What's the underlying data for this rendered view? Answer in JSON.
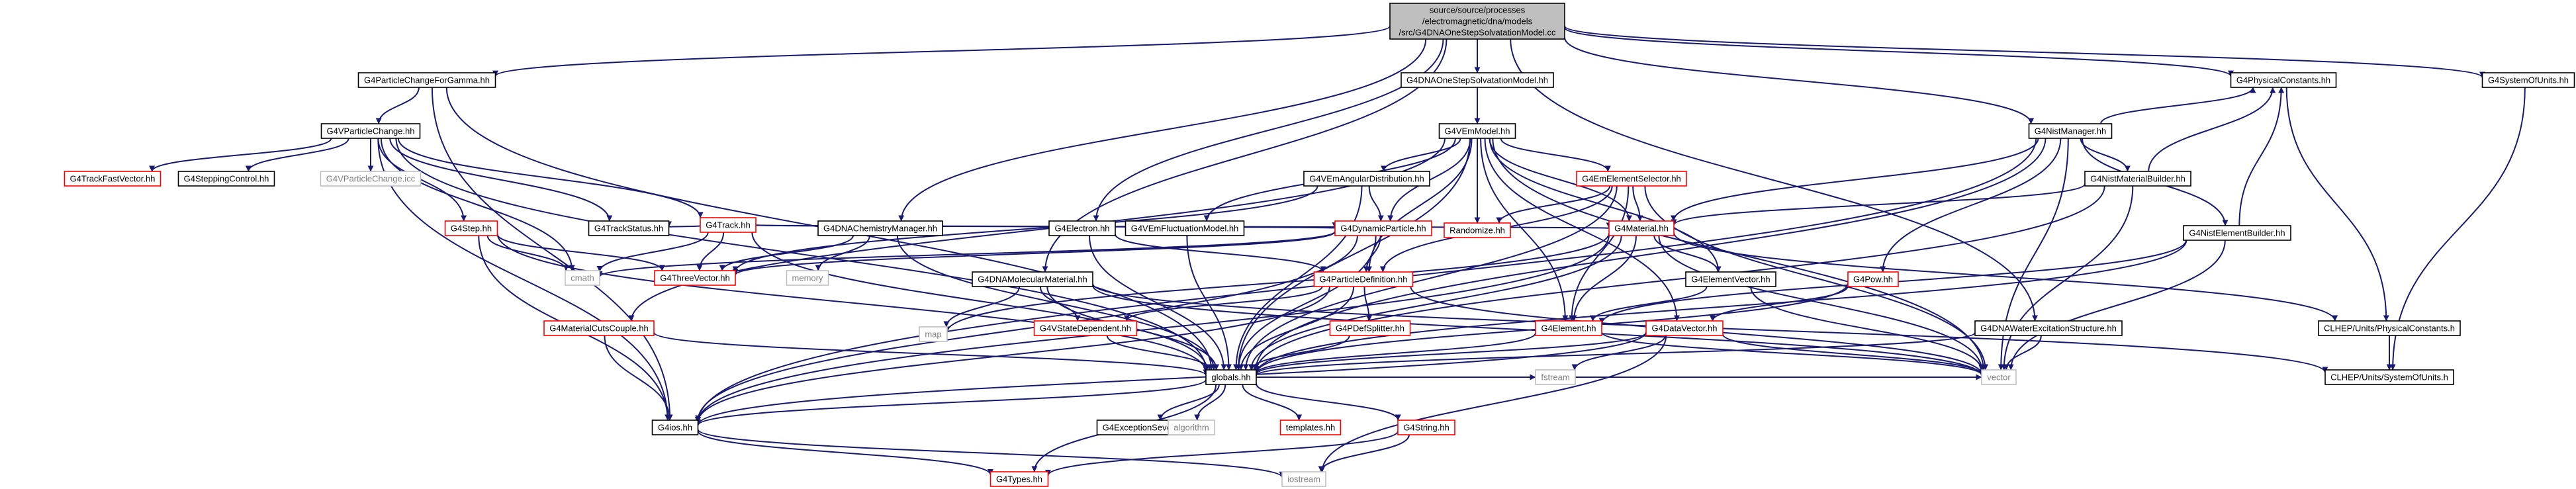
{
  "colors": {
    "edge": "#191970",
    "border": "#000000",
    "border_red": "#ff0000",
    "border_grey": "#bfbfbf",
    "root_fill": "#bfbfbf",
    "text": "#000000",
    "text_grey": "#7f7f7f"
  },
  "root": {
    "lines": [
      "source/source/processes",
      "/electromagnetic/dna/models",
      "/src/G4DNAOneStepSolvatationModel.cc"
    ]
  },
  "nodes": [
    {
      "id": "pcg",
      "label": "G4ParticleChangeForGamma.hh",
      "style": "normal"
    },
    {
      "id": "oss",
      "label": "G4DNAOneStepSolvatationModel.hh",
      "style": "normal"
    },
    {
      "id": "physc",
      "label": "G4PhysicalConstants.hh",
      "style": "normal"
    },
    {
      "id": "sysu",
      "label": "G4SystemOfUnits.hh",
      "style": "normal"
    },
    {
      "id": "vpc",
      "label": "G4VParticleChange.hh",
      "style": "normal"
    },
    {
      "id": "vem",
      "label": "G4VEmModel.hh",
      "style": "normal"
    },
    {
      "id": "nist",
      "label": "G4NistManager.hh",
      "style": "normal"
    },
    {
      "id": "tfv",
      "label": "G4TrackFastVector.hh",
      "style": "red"
    },
    {
      "id": "stc",
      "label": "G4SteppingControl.hh",
      "style": "normal"
    },
    {
      "id": "vpcicc",
      "label": "G4VParticleChange.icc",
      "style": "grey"
    },
    {
      "id": "track",
      "label": "G4Track.hh",
      "style": "red"
    },
    {
      "id": "trst",
      "label": "G4TrackStatus.hh",
      "style": "normal"
    },
    {
      "id": "emad",
      "label": "G4VEmAngularDistribution.hh",
      "style": "normal"
    },
    {
      "id": "emes",
      "label": "G4EmElementSelector.hh",
      "style": "red"
    },
    {
      "id": "nmb",
      "label": "G4NistMaterialBuilder.hh",
      "style": "normal"
    },
    {
      "id": "step",
      "label": "G4Step.hh",
      "style": "red"
    },
    {
      "id": "dnacm",
      "label": "G4DNAChemistryManager.hh",
      "style": "normal"
    },
    {
      "id": "elec",
      "label": "G4Electron.hh",
      "style": "normal"
    },
    {
      "id": "emfm",
      "label": "G4VEmFluctuationModel.hh",
      "style": "normal"
    },
    {
      "id": "dp",
      "label": "G4DynamicParticle.hh",
      "style": "red"
    },
    {
      "id": "rand",
      "label": "Randomize.hh",
      "style": "red"
    },
    {
      "id": "mat",
      "label": "G4Material.hh",
      "style": "red"
    },
    {
      "id": "cmath",
      "label": "cmath",
      "style": "grey"
    },
    {
      "id": "tv",
      "label": "G4ThreeVector.hh",
      "style": "red"
    },
    {
      "id": "memory",
      "label": "memory",
      "style": "grey"
    },
    {
      "id": "dnamm",
      "label": "G4DNAMolecularMaterial.hh",
      "style": "normal"
    },
    {
      "id": "pdef",
      "label": "G4ParticleDefinition.hh",
      "style": "red"
    },
    {
      "id": "ev",
      "label": "G4ElementVector.hh",
      "style": "normal"
    },
    {
      "id": "pow",
      "label": "G4Pow.hh",
      "style": "red"
    },
    {
      "id": "neb",
      "label": "G4NistElementBuilder.hh",
      "style": "normal"
    },
    {
      "id": "mcc",
      "label": "G4MaterialCutsCouple.hh",
      "style": "red"
    },
    {
      "id": "map",
      "label": "map",
      "style": "grey"
    },
    {
      "id": "vsd",
      "label": "G4VStateDependent.hh",
      "style": "red"
    },
    {
      "id": "pdefs",
      "label": "G4PDefSplitter.hh",
      "style": "red"
    },
    {
      "id": "el",
      "label": "G4Element.hh",
      "style": "red"
    },
    {
      "id": "dv",
      "label": "G4DataVector.hh",
      "style": "red"
    },
    {
      "id": "dnawes",
      "label": "G4DNAWaterExcitationStructure.hh",
      "style": "normal"
    },
    {
      "id": "clhpc",
      "label": "CLHEP/Units/PhysicalConstants.h",
      "style": "normal"
    },
    {
      "id": "glob",
      "label": "globals.hh",
      "style": "normal"
    },
    {
      "id": "fstream",
      "label": "fstream",
      "style": "grey"
    },
    {
      "id": "vector",
      "label": "vector",
      "style": "grey"
    },
    {
      "id": "clhsu",
      "label": "CLHEP/Units/SystemOfUnits.h",
      "style": "normal"
    },
    {
      "id": "ios",
      "label": "G4ios.hh",
      "style": "normal"
    },
    {
      "id": "exs",
      "label": "G4ExceptionSeverity.hh",
      "style": "normal"
    },
    {
      "id": "alg",
      "label": "algorithm",
      "style": "grey"
    },
    {
      "id": "tmpl",
      "label": "templates.hh",
      "style": "red"
    },
    {
      "id": "str",
      "label": "G4String.hh",
      "style": "red"
    },
    {
      "id": "types",
      "label": "G4Types.hh",
      "style": "red"
    },
    {
      "id": "iostream",
      "label": "iostream",
      "style": "grey"
    }
  ],
  "edges": [
    [
      "root",
      "pcg"
    ],
    [
      "root",
      "oss"
    ],
    [
      "root",
      "physc"
    ],
    [
      "root",
      "sysu"
    ],
    [
      "root",
      "nist"
    ],
    [
      "root",
      "elec"
    ],
    [
      "root",
      "dnacm"
    ],
    [
      "root",
      "dnamm"
    ],
    [
      "root",
      "dnawes"
    ],
    [
      "pcg",
      "vpc"
    ],
    [
      "pcg",
      "ios"
    ],
    [
      "pcg",
      "glob"
    ],
    [
      "oss",
      "vem"
    ],
    [
      "physc",
      "clhpc"
    ],
    [
      "sysu",
      "clhsu"
    ],
    [
      "vpc",
      "tfv"
    ],
    [
      "vpc",
      "stc"
    ],
    [
      "vpc",
      "vpcicc"
    ],
    [
      "vpc",
      "track"
    ],
    [
      "vpc",
      "trst"
    ],
    [
      "vpc",
      "step"
    ],
    [
      "vpc",
      "cmath"
    ],
    [
      "vpc",
      "glob"
    ],
    [
      "vpc",
      "ios"
    ],
    [
      "track",
      "trst"
    ],
    [
      "track",
      "cmath"
    ],
    [
      "track",
      "tv"
    ],
    [
      "track",
      "dp"
    ],
    [
      "track",
      "glob"
    ],
    [
      "track",
      "mat"
    ],
    [
      "step",
      "cmath"
    ],
    [
      "step",
      "tv"
    ],
    [
      "step",
      "glob"
    ],
    [
      "step",
      "ios"
    ],
    [
      "vem",
      "emad"
    ],
    [
      "vem",
      "emes"
    ],
    [
      "vem",
      "emfm"
    ],
    [
      "vem",
      "dp"
    ],
    [
      "vem",
      "rand"
    ],
    [
      "vem",
      "mat"
    ],
    [
      "vem",
      "pdef"
    ],
    [
      "vem",
      "mcc"
    ],
    [
      "vem",
      "el"
    ],
    [
      "vem",
      "ev"
    ],
    [
      "vem",
      "dv"
    ],
    [
      "vem",
      "glob"
    ],
    [
      "vem",
      "vector"
    ],
    [
      "emad",
      "dp"
    ],
    [
      "emad",
      "tv"
    ],
    [
      "emad",
      "glob"
    ],
    [
      "emes",
      "rand"
    ],
    [
      "emes",
      "mat"
    ],
    [
      "emes",
      "el"
    ],
    [
      "emes",
      "pdef"
    ],
    [
      "emes",
      "glob"
    ],
    [
      "emes",
      "vector"
    ],
    [
      "emfm",
      "glob"
    ],
    [
      "dnacm",
      "tv"
    ],
    [
      "dnacm",
      "memory"
    ],
    [
      "dnacm",
      "glob"
    ],
    [
      "elec",
      "pdef"
    ],
    [
      "elec",
      "glob"
    ],
    [
      "dp",
      "pdef"
    ],
    [
      "dp",
      "tv"
    ],
    [
      "dp",
      "cmath"
    ],
    [
      "dp",
      "glob"
    ],
    [
      "dp",
      "ios"
    ],
    [
      "mat",
      "ev"
    ],
    [
      "mat",
      "el"
    ],
    [
      "mat",
      "map"
    ],
    [
      "mat",
      "glob"
    ],
    [
      "mat",
      "ios"
    ],
    [
      "mat",
      "vector"
    ],
    [
      "mat",
      "clhpc"
    ],
    [
      "ev",
      "el"
    ],
    [
      "ev",
      "vector"
    ],
    [
      "pdef",
      "pdefs"
    ],
    [
      "pdef",
      "vsd"
    ],
    [
      "pdef",
      "glob"
    ],
    [
      "pdef",
      "ios"
    ],
    [
      "pdef",
      "vector"
    ],
    [
      "dnamm",
      "map"
    ],
    [
      "dnamm",
      "vsd"
    ],
    [
      "dnamm",
      "glob"
    ],
    [
      "dnamm",
      "vector"
    ],
    [
      "dnamm",
      "clhsu"
    ],
    [
      "pow",
      "glob"
    ],
    [
      "pow",
      "dv"
    ],
    [
      "nist",
      "nmb"
    ],
    [
      "nist",
      "neb"
    ],
    [
      "nist",
      "mat"
    ],
    [
      "nist",
      "pow"
    ],
    [
      "nist",
      "physc"
    ],
    [
      "nist",
      "glob"
    ],
    [
      "nist",
      "vector"
    ],
    [
      "nist",
      "ios"
    ],
    [
      "nmb",
      "mat"
    ],
    [
      "nmb",
      "physc"
    ],
    [
      "nmb",
      "glob"
    ],
    [
      "nmb",
      "vector"
    ],
    [
      "neb",
      "el"
    ],
    [
      "neb",
      "physc"
    ],
    [
      "neb",
      "glob"
    ],
    [
      "neb",
      "vector"
    ],
    [
      "mcc",
      "glob"
    ],
    [
      "mcc",
      "ios"
    ],
    [
      "vsd",
      "glob"
    ],
    [
      "pdefs",
      "glob"
    ],
    [
      "el",
      "glob"
    ],
    [
      "el",
      "vector"
    ],
    [
      "dv",
      "glob"
    ],
    [
      "dv",
      "vector"
    ],
    [
      "dv",
      "ios"
    ],
    [
      "dv",
      "fstream"
    ],
    [
      "dv",
      "iostream"
    ],
    [
      "dnawes",
      "glob"
    ],
    [
      "dnawes",
      "vector"
    ],
    [
      "clhpc",
      "clhsu"
    ],
    [
      "glob",
      "ios"
    ],
    [
      "glob",
      "exs"
    ],
    [
      "glob",
      "alg"
    ],
    [
      "glob",
      "tmpl"
    ],
    [
      "glob",
      "str"
    ],
    [
      "glob",
      "types"
    ],
    [
      "glob",
      "fstream"
    ],
    [
      "glob",
      "vector"
    ],
    [
      "ios",
      "types"
    ],
    [
      "ios",
      "iostream"
    ],
    [
      "str",
      "types"
    ],
    [
      "str",
      "iostream"
    ]
  ]
}
